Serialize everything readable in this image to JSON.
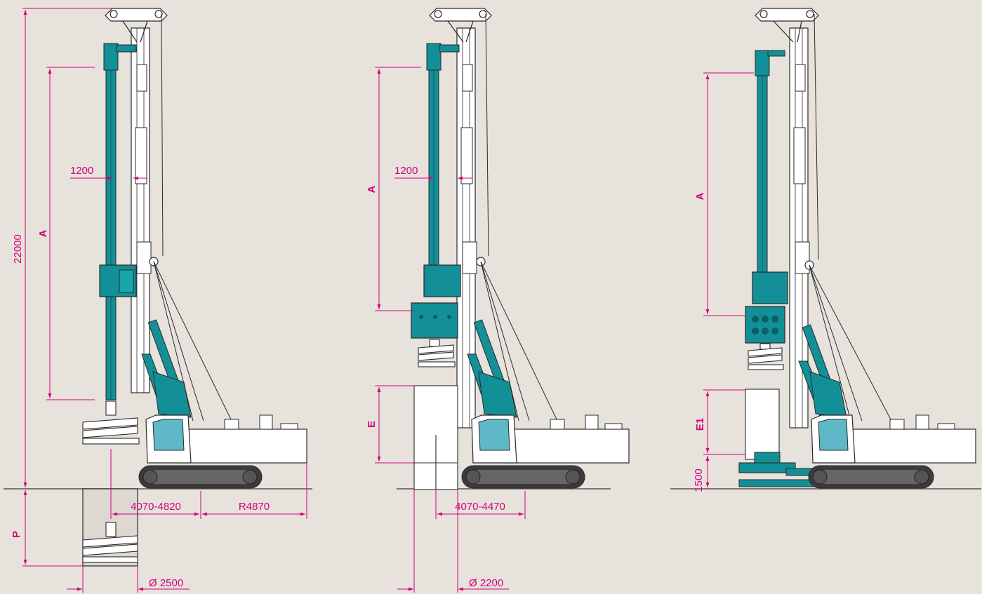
{
  "colors": {
    "background": "#e7e2dc",
    "dimension": "#d4007a",
    "machine_teal": "#138f97",
    "outline": "#2a2a2a",
    "body": "#ffffff",
    "track": "#3b3b3b"
  },
  "rigs": [
    {
      "id": "rig-left",
      "labels": {
        "height_total": "22000",
        "stroke": "A",
        "offset": "1200",
        "radius_front": "4070-4820",
        "tail_radius": "R4870",
        "depth": "P",
        "diameter": "Ø 2500"
      }
    },
    {
      "id": "rig-middle",
      "labels": {
        "stroke": "A",
        "offset": "1200",
        "casing_height": "E",
        "radius_front": "4070-4470",
        "diameter": "Ø 2200"
      }
    },
    {
      "id": "rig-right",
      "labels": {
        "stroke": "A",
        "casing_height": "E1",
        "oscillator_height": "1500"
      }
    }
  ]
}
